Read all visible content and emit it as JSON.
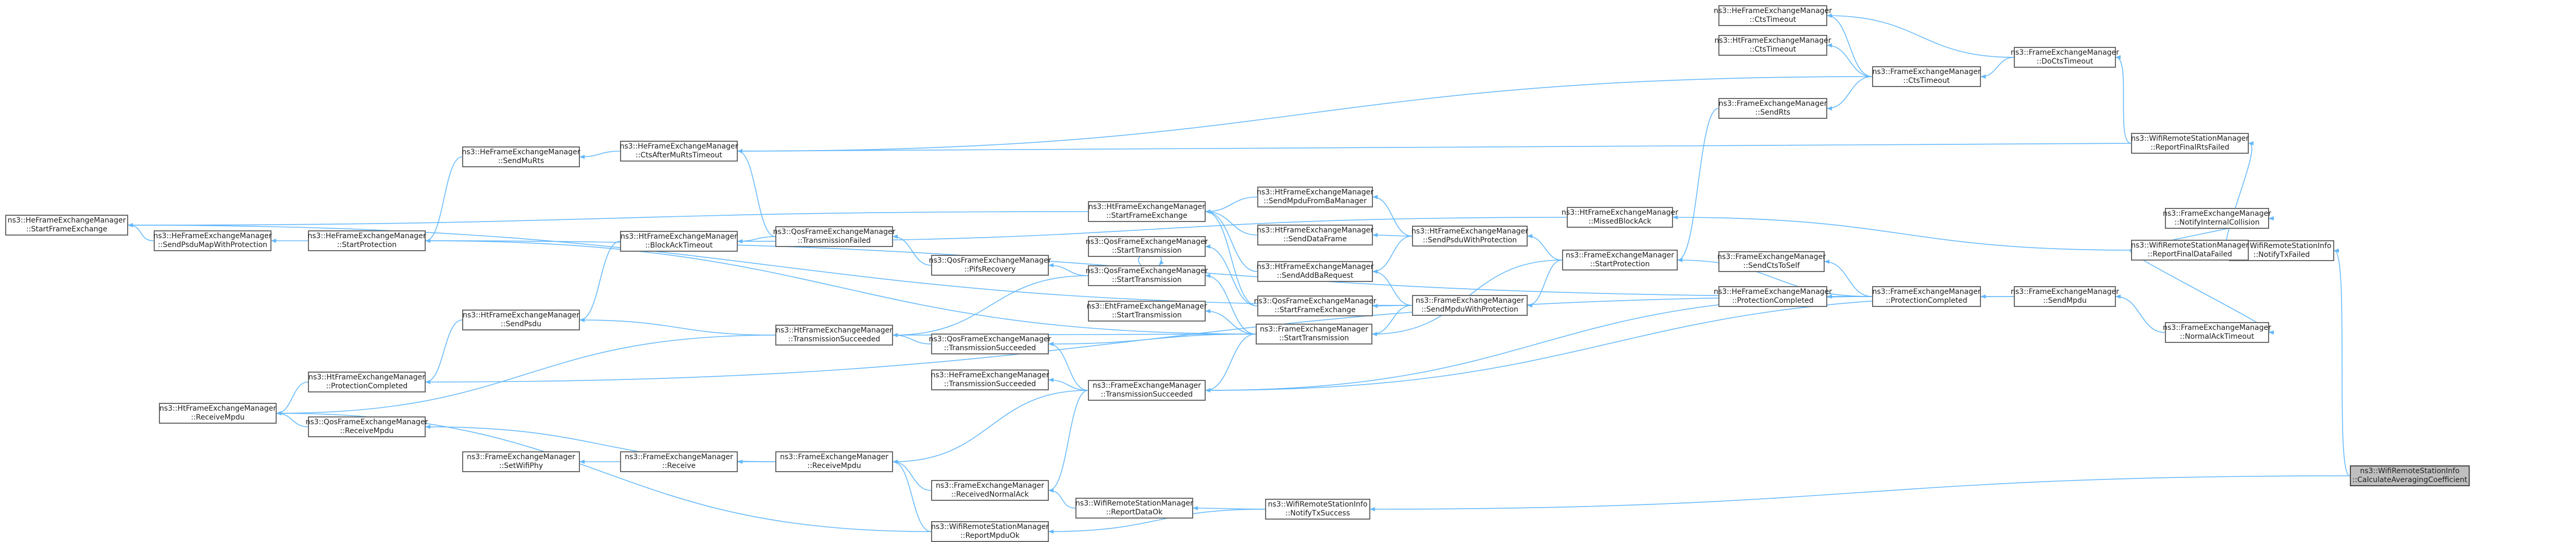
{
  "colors": {
    "edge": "#63b8ff",
    "node_border": "#666666",
    "root_fill": "#bfbfbf"
  },
  "nodes": [
    {
      "id": "calc",
      "lines": [
        "ns3::WifiRemoteStationInfo",
        "::CalculateAveragingCoefficient"
      ],
      "root": true
    },
    {
      "id": "notifyTxFailed",
      "lines": [
        "ns3::WifiRemoteStationInfo",
        "::NotifyTxFailed"
      ]
    },
    {
      "id": "notifyTxSuccess",
      "lines": [
        "ns3::WifiRemoteStationInfo",
        "::NotifyTxSuccess"
      ]
    },
    {
      "id": "reportFinalRtsFailed",
      "lines": [
        "ns3::WifiRemoteStationManager",
        "::ReportFinalRtsFailed"
      ]
    },
    {
      "id": "reportFinalDataFailed",
      "lines": [
        "ns3::WifiRemoteStationManager",
        "::ReportFinalDataFailed"
      ]
    },
    {
      "id": "reportDataOk",
      "lines": [
        "ns3::WifiRemoteStationManager",
        "::ReportDataOk"
      ]
    },
    {
      "id": "reportMpduOk",
      "lines": [
        "ns3::WifiRemoteStationManager",
        "::ReportMpduOk"
      ]
    },
    {
      "id": "doCtsTimeout",
      "lines": [
        "ns3::FrameExchangeManager",
        "::DoCtsTimeout"
      ]
    },
    {
      "id": "notifyInternalCollision",
      "lines": [
        "ns3::FrameExchangeManager",
        "::NotifyInternalCollision"
      ]
    },
    {
      "id": "normalAckTimeout",
      "lines": [
        "ns3::FrameExchangeManager",
        "::NormalAckTimeout"
      ]
    },
    {
      "id": "heCtsTimeout",
      "lines": [
        "ns3::HeFrameExchangeManager",
        "::CtsTimeout"
      ]
    },
    {
      "id": "htCtsTimeout",
      "lines": [
        "ns3::HtFrameExchangeManager",
        "::CtsTimeout"
      ]
    },
    {
      "id": "feCtsTimeout",
      "lines": [
        "ns3::FrameExchangeManager",
        "::CtsTimeout"
      ]
    },
    {
      "id": "sendRts",
      "lines": [
        "ns3::FrameExchangeManager",
        "::SendRts"
      ]
    },
    {
      "id": "missedBlockAck",
      "lines": [
        "ns3::HtFrameExchangeManager",
        "::MissedBlockAck"
      ]
    },
    {
      "id": "startProtection",
      "lines": [
        "ns3::FrameExchangeManager",
        "::StartProtection"
      ]
    },
    {
      "id": "sendCtsToSelf",
      "lines": [
        "ns3::FrameExchangeManager",
        "::SendCtsToSelf"
      ]
    },
    {
      "id": "hePC",
      "lines": [
        "ns3::HeFrameExchangeManager",
        "::ProtectionCompleted"
      ]
    },
    {
      "id": "fePC",
      "lines": [
        "ns3::FrameExchangeManager",
        "::ProtectionCompleted"
      ]
    },
    {
      "id": "feSendMpdu",
      "lines": [
        "ns3::FrameExchangeManager",
        "::SendMpdu"
      ]
    },
    {
      "id": "sendMpduFromBaManager",
      "lines": [
        "ns3::HtFrameExchangeManager",
        "::SendMpduFromBaManager"
      ]
    },
    {
      "id": "sendDataFrame",
      "lines": [
        "ns3::HtFrameExchangeManager",
        "::SendDataFrame"
      ]
    },
    {
      "id": "sendAddBaRequest",
      "lines": [
        "ns3::HtFrameExchangeManager",
        "::SendAddBaRequest"
      ]
    },
    {
      "id": "qosStartFrameExchange",
      "lines": [
        "ns3::QosFrameExchangeManager",
        "::StartFrameExchange"
      ]
    },
    {
      "id": "sendPsduWithProtection",
      "lines": [
        "ns3::HtFrameExchangeManager",
        "::SendPsduWithProtection"
      ]
    },
    {
      "id": "sendMpduWithProtection",
      "lines": [
        "ns3::FrameExchangeManager",
        "::SendMpduWithProtection"
      ]
    },
    {
      "id": "htStartFrameExchange",
      "lines": [
        "ns3::HtFrameExchangeManager",
        "::StartFrameExchange"
      ]
    },
    {
      "id": "qosStartTransmission1",
      "lines": [
        "ns3::QosFrameExchangeManager",
        "::StartTransmission"
      ]
    },
    {
      "id": "qosStartTransmission2",
      "lines": [
        "ns3::QosFrameExchangeManager",
        "::StartTransmission"
      ]
    },
    {
      "id": "ehtStartTransmission",
      "lines": [
        "ns3::EhtFrameExchangeManager",
        "::StartTransmission"
      ]
    },
    {
      "id": "feStartTransmission",
      "lines": [
        "ns3::FrameExchangeManager",
        "::StartTransmission"
      ]
    },
    {
      "id": "pifsRecovery",
      "lines": [
        "ns3::QosFrameExchangeManager",
        "::PifsRecovery"
      ]
    },
    {
      "id": "qosTransmissionSucceeded",
      "lines": [
        "ns3::QosFrameExchangeManager",
        "::TransmissionSucceeded"
      ]
    },
    {
      "id": "heTransmissionSucceeded",
      "lines": [
        "ns3::HeFrameExchangeManager",
        "::TransmissionSucceeded"
      ]
    },
    {
      "id": "feTransmissionSucceeded",
      "lines": [
        "ns3::FrameExchangeManager",
        "::TransmissionSucceeded"
      ]
    },
    {
      "id": "qosTransmissionFailed",
      "lines": [
        "ns3::QosFrameExchangeManager",
        "::TransmissionFailed"
      ]
    },
    {
      "id": "htTransmissionSucceeded",
      "lines": [
        "ns3::HtFrameExchangeManager",
        "::TransmissionSucceeded"
      ]
    },
    {
      "id": "blockAckTimeout",
      "lines": [
        "ns3::HtFrameExchangeManager",
        "::BlockAckTimeout"
      ]
    },
    {
      "id": "ctsAfterMuRtsTimeout",
      "lines": [
        "ns3::HeFrameExchangeManager",
        "::CtsAfterMuRtsTimeout"
      ]
    },
    {
      "id": "sendMuRts",
      "lines": [
        "ns3::HeFrameExchangeManager",
        "::SendMuRts"
      ]
    },
    {
      "id": "heStartProtection",
      "lines": [
        "ns3::HeFrameExchangeManager",
        "::StartProtection"
      ]
    },
    {
      "id": "sendPsduMapWithProtection",
      "lines": [
        "ns3::HeFrameExchangeManager",
        "::SendPsduMapWithProtection"
      ]
    },
    {
      "id": "heStartFrameExchange",
      "lines": [
        "ns3::HeFrameExchangeManager",
        "::StartFrameExchange"
      ]
    },
    {
      "id": "htSendPsdu",
      "lines": [
        "ns3::HtFrameExchangeManager",
        "::SendPsdu"
      ]
    },
    {
      "id": "htPC",
      "lines": [
        "ns3::HtFrameExchangeManager",
        "::ProtectionCompleted"
      ]
    },
    {
      "id": "qosReceiveMpdu",
      "lines": [
        "ns3::QosFrameExchangeManager",
        "::ReceiveMpdu"
      ]
    },
    {
      "id": "htReceiveMpdu",
      "lines": [
        "ns3::HtFrameExchangeManager",
        "::ReceiveMpdu"
      ]
    },
    {
      "id": "feReceiveMpdu",
      "lines": [
        "ns3::FrameExchangeManager",
        "::ReceiveMpdu"
      ]
    },
    {
      "id": "receive",
      "lines": [
        "ns3::FrameExchangeManager",
        "::Receive"
      ]
    },
    {
      "id": "setWifiPhy",
      "lines": [
        "ns3::FrameExchangeManager",
        "::SetWifiPhy"
      ]
    },
    {
      "id": "receivedNormalAck",
      "lines": [
        "ns3::FrameExchangeManager",
        "::ReceivedNormalAck"
      ]
    }
  ],
  "edges": [
    [
      "calc",
      "notifyTxFailed"
    ],
    [
      "calc",
      "notifyTxSuccess"
    ],
    [
      "notifyTxFailed",
      "reportFinalRtsFailed"
    ],
    [
      "notifyTxFailed",
      "reportFinalDataFailed"
    ],
    [
      "reportFinalRtsFailed",
      "doCtsTimeout"
    ],
    [
      "reportFinalRtsFailed",
      "ctsAfterMuRtsTimeout"
    ],
    [
      "doCtsTimeout",
      "heCtsTimeout"
    ],
    [
      "doCtsTimeout",
      "feCtsTimeout"
    ],
    [
      "feCtsTimeout",
      "heCtsTimeout"
    ],
    [
      "feCtsTimeout",
      "htCtsTimeout"
    ],
    [
      "feCtsTimeout",
      "sendRts"
    ],
    [
      "feCtsTimeout",
      "ctsAfterMuRtsTimeout"
    ],
    [
      "sendRts",
      "startProtection"
    ],
    [
      "reportFinalDataFailed",
      "notifyInternalCollision"
    ],
    [
      "reportFinalDataFailed",
      "normalAckTimeout"
    ],
    [
      "reportFinalDataFailed",
      "missedBlockAck"
    ],
    [
      "normalAckTimeout",
      "feSendMpdu"
    ],
    [
      "missedBlockAck",
      "blockAckTimeout"
    ],
    [
      "feSendMpdu",
      "fePC"
    ],
    [
      "feSendMpdu",
      "feTransmissionSucceeded"
    ],
    [
      "fePC",
      "startProtection"
    ],
    [
      "fePC",
      "sendCtsToSelf"
    ],
    [
      "fePC",
      "hePC"
    ],
    [
      "fePC",
      "heStartProtection"
    ],
    [
      "fePC",
      "htPC"
    ],
    [
      "fePC",
      "feTransmissionSucceeded"
    ],
    [
      "startProtection",
      "sendPsduWithProtection"
    ],
    [
      "startProtection",
      "sendMpduWithProtection"
    ],
    [
      "startProtection",
      "feStartTransmission"
    ],
    [
      "sendPsduWithProtection",
      "sendMpduFromBaManager"
    ],
    [
      "sendPsduWithProtection",
      "sendDataFrame"
    ],
    [
      "sendPsduWithProtection",
      "sendAddBaRequest"
    ],
    [
      "sendMpduWithProtection",
      "sendAddBaRequest"
    ],
    [
      "sendMpduWithProtection",
      "qosStartFrameExchange"
    ],
    [
      "sendMpduWithProtection",
      "feStartTransmission"
    ],
    [
      "sendMpduWithProtection",
      "heStartFrameExchange"
    ],
    [
      "sendMpduFromBaManager",
      "htStartFrameExchange"
    ],
    [
      "sendDataFrame",
      "htStartFrameExchange"
    ],
    [
      "sendAddBaRequest",
      "htStartFrameExchange"
    ],
    [
      "qosStartFrameExchange",
      "qosStartTransmission1"
    ],
    [
      "qosStartFrameExchange",
      "htStartFrameExchange"
    ],
    [
      "htStartFrameExchange",
      "heStartFrameExchange"
    ],
    [
      "feStartTransmission",
      "qosStartTransmission2"
    ],
    [
      "feStartTransmission",
      "ehtStartTransmission"
    ],
    [
      "feStartTransmission",
      "qosTransmissionSucceeded"
    ],
    [
      "feStartTransmission",
      "feTransmissionSucceeded"
    ],
    [
      "feStartTransmission",
      "htTransmissionSucceeded"
    ],
    [
      "feStartTransmission",
      "heStartProtection"
    ],
    [
      "qosStartTransmission2",
      "pifsRecovery"
    ],
    [
      "qosStartTransmission2",
      "qosStartTransmission2"
    ],
    [
      "qosStartTransmission2",
      "htTransmissionSucceeded"
    ],
    [
      "pifsRecovery",
      "qosTransmissionFailed"
    ],
    [
      "qosTransmissionFailed",
      "blockAckTimeout"
    ],
    [
      "qosTransmissionFailed",
      "ctsAfterMuRtsTimeout"
    ],
    [
      "blockAckTimeout",
      "htSendPsdu"
    ],
    [
      "feTransmissionSucceeded",
      "heTransmissionSucceeded"
    ],
    [
      "feTransmissionSucceeded",
      "qosTransmissionSucceeded"
    ],
    [
      "feTransmissionSucceeded",
      "feReceiveMpdu"
    ],
    [
      "feTransmissionSucceeded",
      "receivedNormalAck"
    ],
    [
      "qosTransmissionSucceeded",
      "htTransmissionSucceeded"
    ],
    [
      "htTransmissionSucceeded",
      "htSendPsdu"
    ],
    [
      "htTransmissionSucceeded",
      "htReceiveMpdu"
    ],
    [
      "ctsAfterMuRtsTimeout",
      "sendMuRts"
    ],
    [
      "sendMuRts",
      "heStartProtection"
    ],
    [
      "heStartProtection",
      "sendPsduMapWithProtection"
    ],
    [
      "sendPsduMapWithProtection",
      "heStartFrameExchange"
    ],
    [
      "htSendPsdu",
      "htPC"
    ],
    [
      "htPC",
      "htReceiveMpdu"
    ],
    [
      "notifyTxSuccess",
      "reportDataOk"
    ],
    [
      "notifyTxSuccess",
      "reportMpduOk"
    ],
    [
      "reportDataOk",
      "receivedNormalAck"
    ],
    [
      "reportMpduOk",
      "feReceiveMpdu"
    ],
    [
      "reportMpduOk",
      "htReceiveMpdu"
    ],
    [
      "receivedNormalAck",
      "feReceiveMpdu"
    ],
    [
      "feReceiveMpdu",
      "receive"
    ],
    [
      "feReceiveMpdu",
      "qosReceiveMpdu"
    ],
    [
      "qosReceiveMpdu",
      "htReceiveMpdu"
    ],
    [
      "receive",
      "setWifiPhy"
    ]
  ]
}
